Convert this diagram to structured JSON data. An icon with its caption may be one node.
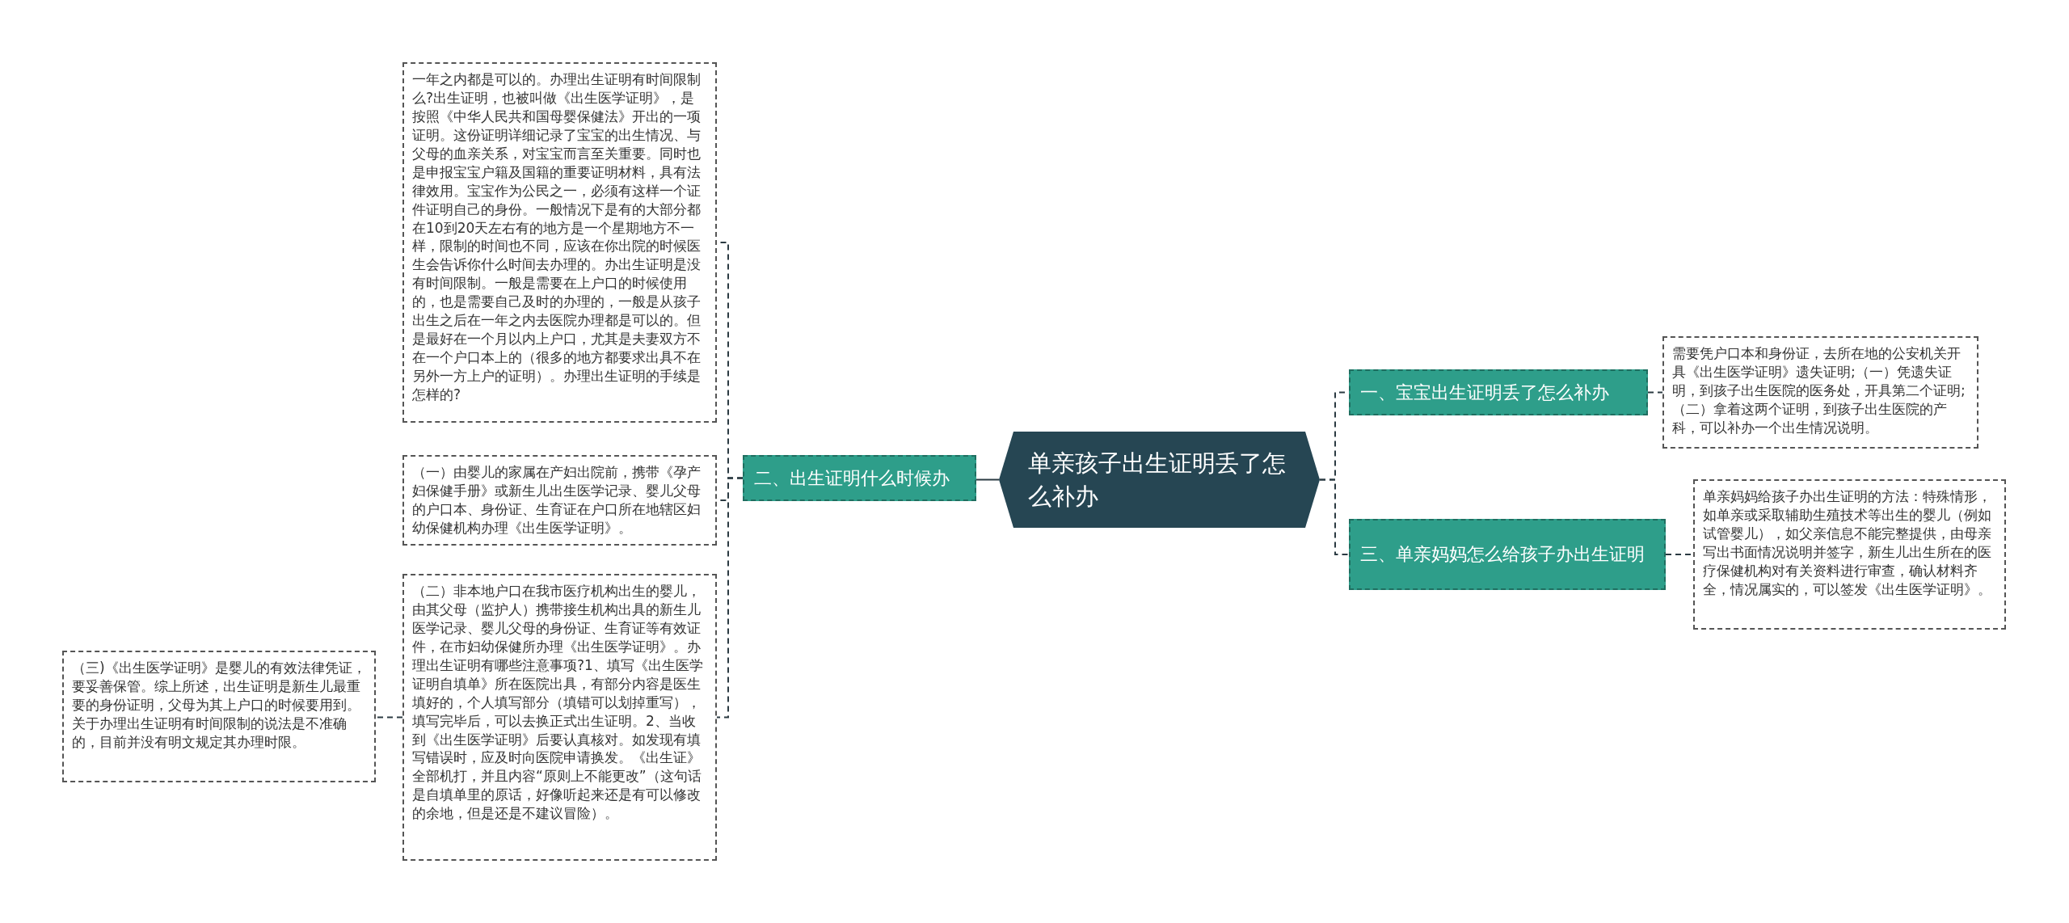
{
  "diagram": {
    "nodes": [
      {
        "text": [
          "单亲孩子出生证明丢了怎么补办"
        ]
      },
      {
        "text": [
          "二、出生证明什么时候办"
        ]
      },
      {
        "text": [
          "一年之内都是可以的。办理出生证明有时间限制么?出生证明，也被叫做《出生医学证明》，是按照《中华人民共和国母婴保健法》开出的一项证明。这份证明详细记录了宝宝的出生情况、与父母的血亲关系，对宝宝而言至关重要。同时也是申报宝宝户籍及国籍的重要证明材料，具有法律效用。宝宝作为公民之一，必须有这样一个证件证明自己的身份。一般情况下是有的大部分都在10到20天左右有的地方是一个星期地方不一样，限制的时间也不同，应该在你出院的时候医生会告诉你什么时间去办理的。办出生证明是没有时间限制。一般是需要在上户口的时候使用的，也是需要自己及时的办理的，一般是从孩子出生之后在一年之内去医院办理都是可以的。但是最好在一个月以内上户口，尤其是夫妻双方不在一个户口本上的（很多的地方都要求出具不在另外一方上户的证明）。办理出生证明的手续是怎样的?"
        ]
      },
      {
        "text": [
          "（一）由婴儿的家属在产妇出院前，携带《孕产妇保健手册》或新生儿出生医学记录、婴儿父母的户口本、身份证、生育证在户口所在地辖区妇幼保健机构办理《出生医学证明》。"
        ]
      },
      {
        "text": [
          "（二）非本地户口在我市医疗机构出生的婴儿，由其父母（监护人）携带接生机构出具的新生儿医学记录、婴儿父母的身份证、生育证等有效证件，在市妇幼保健所办理《出生医学证明》。办理出生证明有哪些注意事项?1、填写《出生医学证明自填单》所在医院出具，有部分内容是医生填好的，个人填写部分（填错可以划掉重写），填写完毕后，可以去换正式出生证明。2、当收到《出生医学证明》后要认真核对。如发现有填写错误时，应及时向医院申请换发。《出生证》全部机打，并且内容“原则上不能更改”（这句话是自填单里的原话，好像听起来还是有可以修改的余地，但是还是不建议冒险）。"
        ]
      },
      {
        "text": [
          "（三)《出生医学证明》是婴儿的有效法律凭证，要妥善保管。综上所述，出生证明是新生儿最重要的身份证明，父母为其上户口的时候要用到。关于办理出生证明有时间限制的说法是不准确的，目前并没有明文规定其办理时限。"
        ]
      },
      {
        "text": [
          "一、宝宝出生证明丢了怎么补办"
        ]
      },
      {
        "text": [
          "需要凭户口本和身份证，去所在地的公安机关开具《出生医学证明》遗失证明;（一）凭遗失证明，到孩子出生医院的医务处，开具第二个证明;（二）拿着这两个证明，到孩子出生医院的产科，可以补办一个出生情况说明。"
        ]
      },
      {
        "text": [
          "三、单亲妈妈怎么给孩子办出生证明"
        ]
      },
      {
        "text": [
          "单亲妈妈给孩子办出生证明的方法：特殊情形，如单亲或采取辅助生殖技术等出生的婴儿（例如试管婴儿），如父亲信息不能完整提供，由母亲写出书面情况说明并签字，新生儿出生所在的医疗保健机构对有关资料进行审查，确认材料齐全，情况属实的，可以签发《出生医学证明》。"
        ]
      }
    ],
    "edges": [
      {
        "from": 0,
        "to": 1,
        "arrow": "none"
      },
      {
        "from": 1,
        "to": 2,
        "arrow": "none",
        "style": "dashed"
      },
      {
        "from": 1,
        "to": 3,
        "arrow": "none",
        "style": "dashed"
      },
      {
        "from": 1,
        "to": 4,
        "arrow": "none",
        "style": "dashed"
      },
      {
        "from": 4,
        "to": 5,
        "arrow": "none",
        "style": "dashed"
      },
      {
        "from": 0,
        "to": 6,
        "arrow": "none",
        "style": "dashed"
      },
      {
        "from": 6,
        "to": 7,
        "arrow": "none",
        "style": "dashed"
      },
      {
        "from": 0,
        "to": 8,
        "arrow": "none",
        "style": "dashed"
      },
      {
        "from": 8,
        "to": 9,
        "arrow": "none",
        "style": "dashed"
      }
    ]
  }
}
